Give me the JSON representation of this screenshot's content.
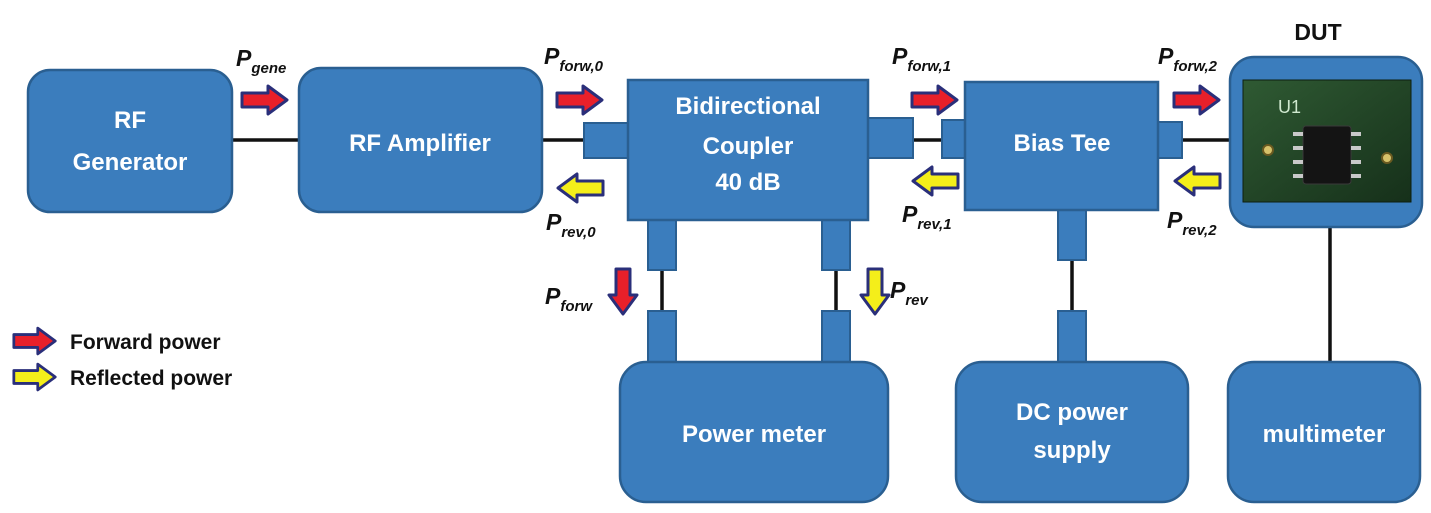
{
  "title": "DUT",
  "blocks": {
    "rf_generator": [
      "RF",
      "Generator"
    ],
    "rf_amplifier": "RF Amplifier",
    "coupler": [
      "Bidirectional",
      "Coupler",
      "40 dB"
    ],
    "bias_tee": "Bias Tee",
    "power_meter": "Power meter",
    "dc_supply": [
      "DC power",
      "supply"
    ],
    "multimeter": "multimeter"
  },
  "pcb_label": "U1",
  "powers": {
    "gene": {
      "p": "P",
      "sub": "gene"
    },
    "forw0": {
      "p": "P",
      "sub": "forw,0"
    },
    "rev0": {
      "p": "P",
      "sub": "rev,0"
    },
    "forw1": {
      "p": "P",
      "sub": "forw,1"
    },
    "rev1": {
      "p": "P",
      "sub": "rev,1"
    },
    "forw2": {
      "p": "P",
      "sub": "forw,2"
    },
    "rev2": {
      "p": "P",
      "sub": "rev,2"
    },
    "forw": {
      "p": "P",
      "sub": "forw"
    },
    "rev": {
      "p": "P",
      "sub": "rev"
    }
  },
  "legend": {
    "forward": "Forward power",
    "reflected": "Reflected power"
  },
  "colors": {
    "block": "#3b7dbd",
    "forward_arrow": "#e8202a",
    "reflected_arrow": "#f4ee1a",
    "arrow_outline": "#2a2f7a"
  }
}
